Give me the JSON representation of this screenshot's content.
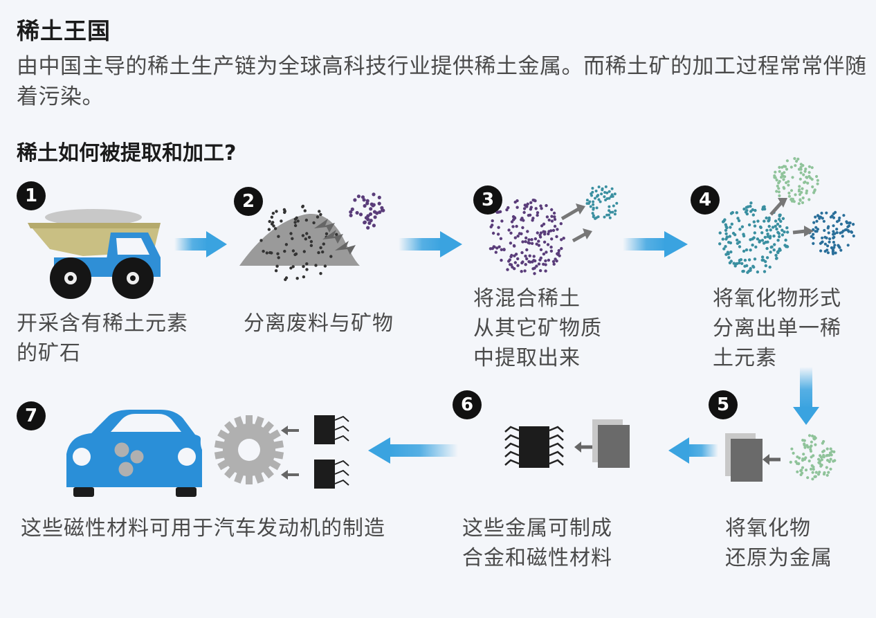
{
  "header": {
    "title": "稀土王国",
    "subtitle": "由中国主导的稀土生产链为全球高科技行业提供稀土金属。而稀土矿的加工过程常常伴随着污染。",
    "question": "稀土如何被提取和加工?"
  },
  "steps": [
    {
      "number": "1",
      "text": "开采含有稀土元素\n的矿石"
    },
    {
      "number": "2",
      "text": "分离废料与矿物"
    },
    {
      "number": "3",
      "text": "将混合稀土\n从其它矿物质\n中提取出来"
    },
    {
      "number": "4",
      "text": "将氧化物形式\n分离出单一稀\n土元素"
    },
    {
      "number": "5",
      "text": "将氧化物\n还原为金属"
    },
    {
      "number": "6",
      "text": "这些金属可制成\n合金和磁性材料"
    },
    {
      "number": "7",
      "text": "这些磁性材料可用于汽车发动机的制造"
    }
  ],
  "colors": {
    "flow_arrow": "#3aa3e0",
    "truck_blue": "#2f8fd6",
    "truck_bed": "#c9bf83",
    "car_blue": "#2a8fd8",
    "ore_gray": "#9a9a9a",
    "dot_purple": "#5a3d7a",
    "dot_teal": "#3a8fa0",
    "dot_green": "#8fc39a"
  }
}
